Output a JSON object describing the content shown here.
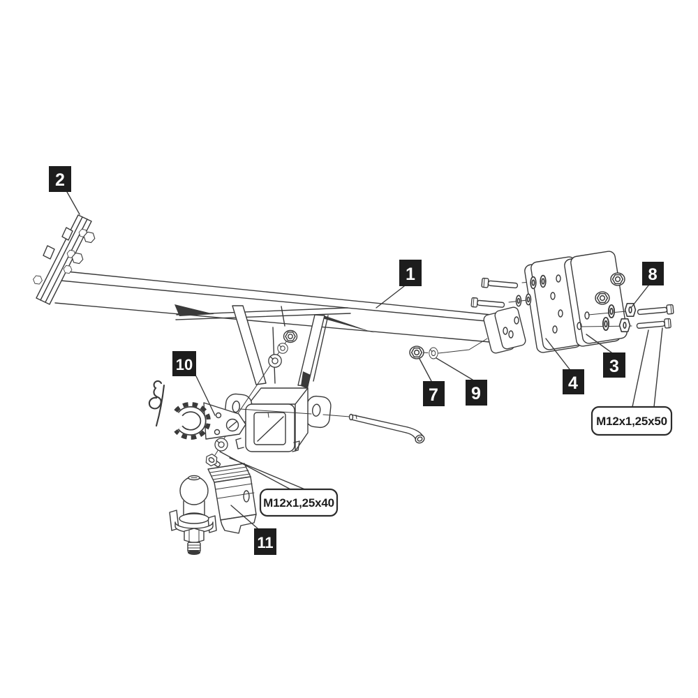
{
  "diagram": {
    "kind": "towbar-exploded-assembly-diagram",
    "background": "#ffffff",
    "line_color": "#3a3a3a",
    "callout_bg": "#1d1d1d",
    "callout_text_color": "#ffffff"
  },
  "part_numbers": {
    "n1": "1",
    "n2": "2",
    "n3": "3",
    "n4": "4",
    "n7": "7",
    "n8": "8",
    "n9": "9",
    "n10": "10",
    "n11": "11"
  },
  "bolt_specs": {
    "spec40": "M12x1,25x40",
    "spec50": "M12x1,25x50"
  }
}
